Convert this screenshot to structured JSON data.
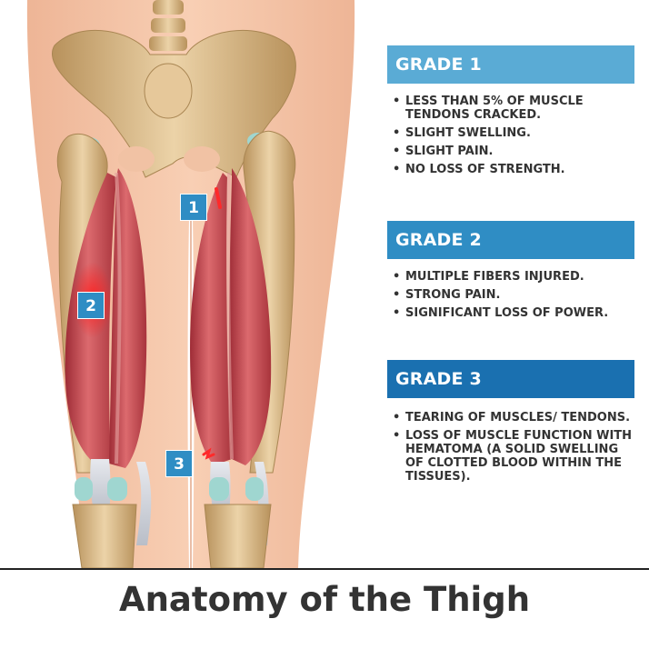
{
  "colors": {
    "grade1": "#5aabd5",
    "grade2": "#2f8dc4",
    "grade3": "#1a70b0",
    "muscle": "#c8464e",
    "injury": "#ff2a2a",
    "bone": "#d9b98a",
    "skin": "#f4c4a6"
  },
  "grades": [
    {
      "title": "GRADE 1",
      "items": [
        "LESS THAN 5% OF MUSCLE TENDONS CRACKED.",
        "SLIGHT SWELLING.",
        "SLIGHT PAIN.",
        "NO LOSS OF STRENGTH."
      ]
    },
    {
      "title": "GRADE 2",
      "items": [
        "MULTIPLE FIBERS INJURED.",
        "STRONG PAIN.",
        "SIGNIFICANT LOSS OF POWER."
      ]
    },
    {
      "title": "GRADE 3",
      "items": [
        "TEARING OF MUSCLES/ TENDONS.",
        "LOSS OF MUSCLE FUNCTION WITH HEMATOMA (A SOLID SWELLING OF CLOTTED BLOOD WITHIN THE TISSUES)."
      ]
    }
  ],
  "markers": [
    "1",
    "2",
    "3"
  ],
  "footer": {
    "title": "Anatomy of the Thigh"
  }
}
